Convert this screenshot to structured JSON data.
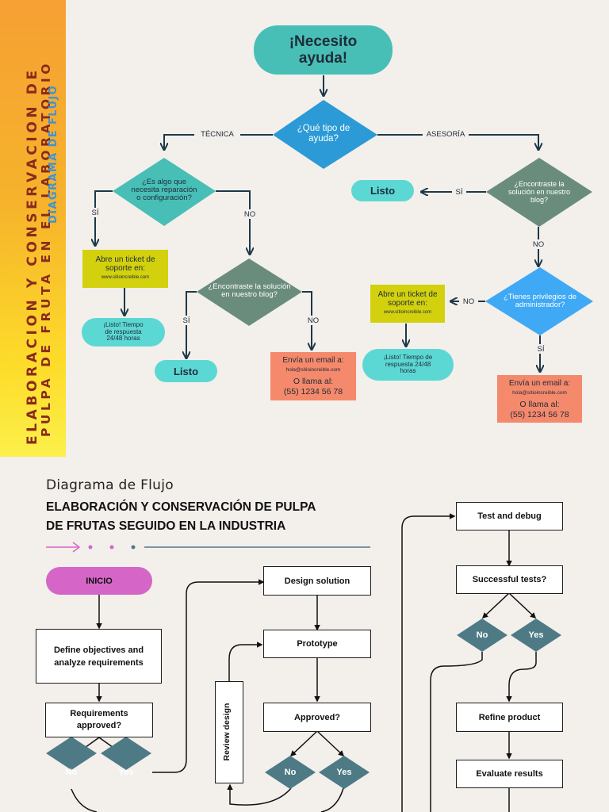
{
  "sidebar": {
    "title_line1": "ELABORACION Y CONSERVACION DE",
    "title_line2": "PULPA DE FRUTA EN EL LABORATORIO",
    "subtitle": "DIAGRAMA DE FLUJO"
  },
  "top_flow": {
    "start": "¡Necesito ayuda!",
    "q_type": "¿Qué tipo de ayuda?",
    "branch_left": "TÉCNICA",
    "branch_right": "ASESORÍA",
    "q_repair": "¿Es algo que necesita reparación o configuración?",
    "yes": "SÍ",
    "no": "NO",
    "ticket_title": "Abre un ticket de soporte en:",
    "ticket_url": "www.sitioincreible.com",
    "done_msg": "¡Listo! Tiempo de respuesta 24/48 horas",
    "q_blog": "¿Encontraste la solución en nuestro blog?",
    "listo": "Listo",
    "email_title": "Envía un email a:",
    "email_addr": "hola@sitioincreible.com",
    "call_title": "O llama al:",
    "phone": "(55) 1234 56 78",
    "q_admin": "¿Tienes privilegios de administrador?"
  },
  "bottom": {
    "heading_small": "Diagrama de Flujo",
    "heading_line1": "ELABORACIÓN Y CONSERVACIÓN DE PULPA",
    "heading_line2": "DE FRUTAS SEGUIDO EN LA INDUSTRIA",
    "inicio": "INICIO",
    "define": "Define objectives and analyze requirements",
    "req_approved": "Requirements approved?",
    "no": "No",
    "yes": "Yes",
    "review": "Review design",
    "design": "Design solution",
    "prototype": "Prototype",
    "approved": "Approved?",
    "test": "Test and debug",
    "successful": "Successful tests?",
    "refine": "Refine product",
    "evaluate": "Evaluate results"
  },
  "colors": {
    "teal": "#48bfb6",
    "diamond_blue": "#2b9ad6",
    "diamond_sage": "#6a8c7d",
    "diamond_sky": "#3fa9f5",
    "yellow": "#d3d10d",
    "salmon": "#f5896c",
    "inicio": "#d665c8",
    "diamond_slate": "#4e7a86"
  }
}
